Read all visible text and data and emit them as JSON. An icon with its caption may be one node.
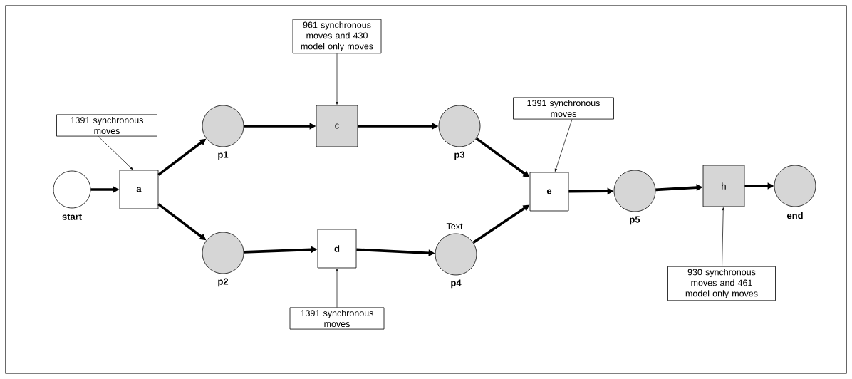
{
  "diagram": {
    "nodes": [
      {
        "text": [
          "1391 synchronous moves"
        ]
      },
      {
        "text": [
          "961 synchronous moves and 430 model only moves"
        ]
      },
      {
        "text": [
          "1391 synchronous moves"
        ]
      },
      {
        "text": [
          "start"
        ]
      },
      {
        "text": [
          "a"
        ]
      },
      {
        "text": [
          "p1"
        ]
      },
      {
        "text": [
          "c"
        ]
      },
      {
        "text": [
          "p3"
        ]
      },
      {
        "text": [
          "e"
        ]
      },
      {
        "text": [
          "p5"
        ]
      },
      {
        "text": [
          "h"
        ]
      },
      {
        "text": [
          "end"
        ]
      },
      {
        "text": [
          "p2"
        ]
      },
      {
        "text": [
          "d"
        ]
      },
      {
        "text": [
          "p4"
        ],
        "beside": [
          "Text"
        ]
      },
      {
        "text": [
          "1391 synchronous moves"
        ]
      },
      {
        "text": [
          "930 synchronous moves and 461 model only moves"
        ]
      }
    ],
    "edges": [
      {
        "from": 3,
        "to": 4,
        "arrow": "to"
      },
      {
        "from": 4,
        "to": 5,
        "arrow": "to"
      },
      {
        "from": 4,
        "to": 12,
        "arrow": "to"
      },
      {
        "from": 5,
        "to": 6,
        "arrow": "to"
      },
      {
        "from": 6,
        "to": 7,
        "arrow": "to"
      },
      {
        "from": 12,
        "to": 13,
        "arrow": "to"
      },
      {
        "from": 13,
        "to": 14,
        "arrow": "to"
      },
      {
        "from": 7,
        "to": 8,
        "arrow": "to"
      },
      {
        "from": 14,
        "to": 8,
        "arrow": "to"
      },
      {
        "from": 8,
        "to": 9,
        "arrow": "to"
      },
      {
        "from": 9,
        "to": 10,
        "arrow": "to"
      },
      {
        "from": 10,
        "to": 11,
        "arrow": "to"
      },
      {
        "from": 0,
        "to": 4,
        "arrow": "to"
      },
      {
        "from": 1,
        "to": 6,
        "arrow": "to"
      },
      {
        "from": 2,
        "to": 8,
        "arrow": "to"
      },
      {
        "from": 15,
        "to": 13,
        "arrow": "to"
      },
      {
        "from": 16,
        "to": 10,
        "arrow": "to"
      }
    ]
  }
}
